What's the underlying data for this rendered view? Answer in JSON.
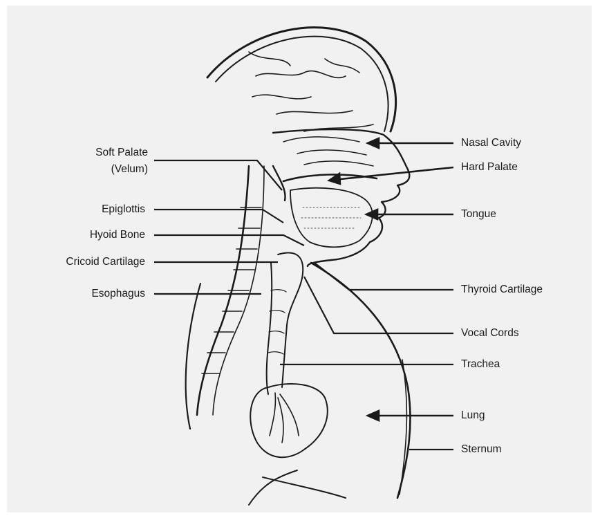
{
  "labels_left": [
    {
      "id": "soft-palate",
      "line1": "Soft Palate",
      "line2": "(Velum)"
    },
    {
      "id": "epiglottis",
      "line1": "Epiglottis"
    },
    {
      "id": "hyoid-bone",
      "line1": "Hyoid Bone"
    },
    {
      "id": "cricoid-cartilage",
      "line1": "Cricoid Cartilage"
    },
    {
      "id": "esophagus",
      "line1": "Esophagus"
    }
  ],
  "labels_right": [
    {
      "id": "nasal-cavity",
      "text": "Nasal Cavity"
    },
    {
      "id": "hard-palate",
      "text": "Hard Palate"
    },
    {
      "id": "tongue",
      "text": "Tongue"
    },
    {
      "id": "thyroid-cartilage",
      "text": "Thyroid Cartilage"
    },
    {
      "id": "vocal-cords",
      "text": "Vocal Cords"
    },
    {
      "id": "trachea",
      "text": "Trachea"
    },
    {
      "id": "lung",
      "text": "Lung"
    },
    {
      "id": "sternum",
      "text": "Sternum"
    }
  ],
  "colors": {
    "line": "#1a1a1a",
    "background": "#f1f1f1"
  }
}
